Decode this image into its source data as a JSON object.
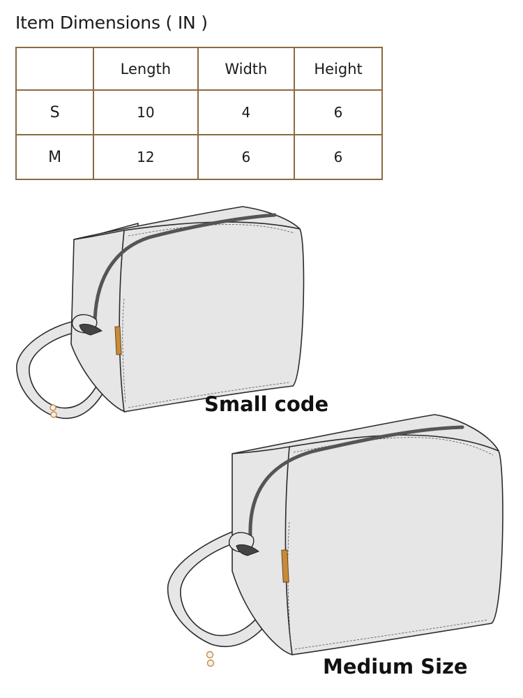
{
  "title": "Item Dimensions ( IN )",
  "table": {
    "headers": [
      "",
      "Length",
      "Width",
      "Height"
    ],
    "rows": [
      {
        "size": "S",
        "length": "10",
        "width": "4",
        "height": "6"
      },
      {
        "size": "M",
        "length": "12",
        "width": "6",
        "height": "6"
      }
    ],
    "border_color": "#8a6a3f"
  },
  "captions": {
    "small": "Small code",
    "medium": "Medium Size"
  },
  "colors": {
    "bag_fill": "#e6e6e6",
    "bag_outline": "#2b2b2b",
    "tag": "#c98a3a"
  },
  "icons": [
    "zipper-icon",
    "brand-tag-icon",
    "snap-button-icon"
  ]
}
